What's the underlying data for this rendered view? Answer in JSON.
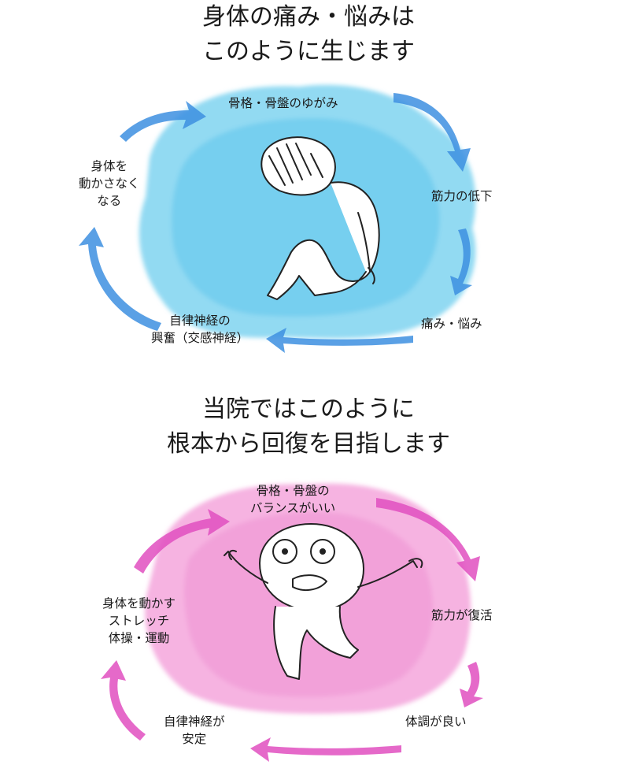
{
  "top": {
    "title_lines": [
      "身体の痛み・悩みは",
      "このように生じます"
    ],
    "cycle": [
      {
        "lines": [
          "骨格・骨盤のゆがみ"
        ]
      },
      {
        "lines": [
          "筋力の低下"
        ]
      },
      {
        "lines": [
          "痛み・悩み"
        ]
      },
      {
        "lines": [
          "自律神経の",
          "興奮（交感神経）"
        ]
      },
      {
        "lines": [
          "身体を",
          "動かさなく",
          "なる"
        ]
      }
    ],
    "colors": {
      "blob": "#7fd3f0",
      "arrow": "#3d8fe0"
    }
  },
  "bottom": {
    "title_lines": [
      "当院ではこのように",
      "根本から回復を目指します"
    ],
    "cycle": [
      {
        "lines": [
          "骨格・骨盤の",
          "バランスがいい"
        ]
      },
      {
        "lines": [
          "筋力が復活"
        ]
      },
      {
        "lines": [
          "体調が良い"
        ]
      },
      {
        "lines": [
          "自律神経が",
          "安定"
        ]
      },
      {
        "lines": [
          "身体を動かす",
          "ストレッチ",
          "体操・運動"
        ]
      }
    ],
    "colors": {
      "blob": "#f5a6dc",
      "arrow": "#e04fc0"
    }
  }
}
